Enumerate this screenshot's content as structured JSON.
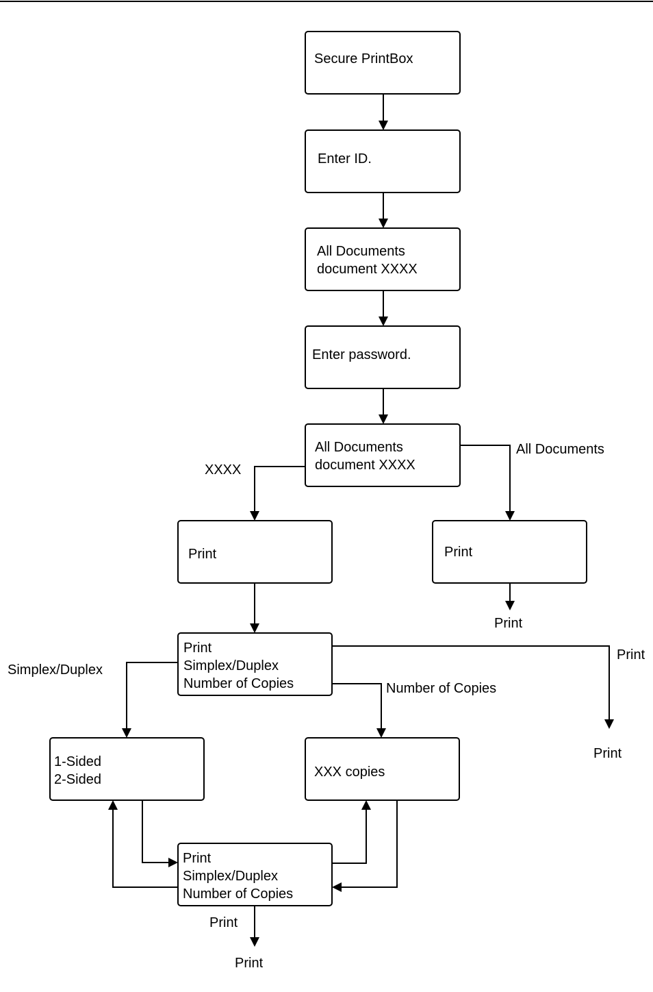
{
  "nodes": {
    "n1": [
      "Secure PrintBox"
    ],
    "n2": [
      "Enter ID."
    ],
    "n3": [
      "All Documents",
      "document XXXX"
    ],
    "n4": [
      "Enter password."
    ],
    "n5": [
      "All Documents",
      "document XXXX"
    ],
    "n6": [
      "Print"
    ],
    "n7": [
      "Print"
    ],
    "n8": [
      "Print",
      "Simplex/Duplex",
      "Number of Copies"
    ],
    "n9": [
      "1-Sided",
      "2-Sided"
    ],
    "n10": [
      "XXX copies"
    ],
    "n11": [
      "Print",
      "Simplex/Duplex",
      "Number of Copies"
    ]
  },
  "edge_labels": {
    "xxxx": "XXXX",
    "all_documents": "All Documents",
    "print_after_all": "Print",
    "simplex_duplex": "Simplex/Duplex",
    "number_of_copies": "Number of Copies",
    "print_right_top": "Print",
    "print_right_bottom": "Print",
    "print_final_top": "Print",
    "print_final_bottom": "Print"
  }
}
